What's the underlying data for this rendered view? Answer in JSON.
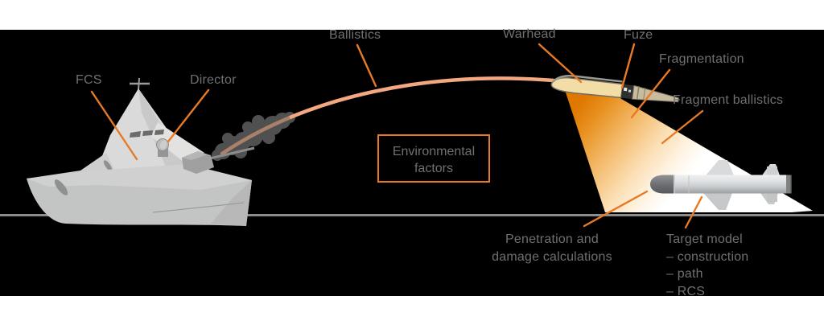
{
  "diagram": {
    "kind": "naval-engagement-simulation-diagram",
    "colors": {
      "background": "#000000",
      "band": "#ffffff",
      "accent_orange": "#E87A25",
      "trajectory_salmon": "#F4A882",
      "label_gray": "#6F7072",
      "horizon_gray": "#8B8B8B",
      "warhead_cream": "#F2DDA6",
      "cone_orange": "#E8860F"
    },
    "labels": {
      "fcs": "FCS",
      "director": "Director",
      "ballistics": "Ballistics",
      "warhead": "Warhead",
      "fuze": "Fuze",
      "fragmentation": "Fragmentation",
      "fragment_ballistics": "Fragment ballistics",
      "environmental_line1": "Environmental",
      "environmental_line2": "factors",
      "penetration_line1": "Penetration and",
      "penetration_line2": "damage calculations",
      "target_model_title": "Target model",
      "target_model_item1": "– construction",
      "target_model_item2": "– path",
      "target_model_item3": "– RCS"
    }
  }
}
